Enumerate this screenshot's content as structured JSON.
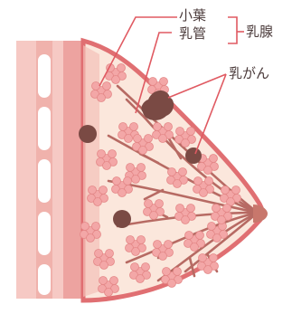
{
  "labels": {
    "lobule": "小葉",
    "duct": "乳管",
    "gland": "乳腺",
    "cancer": "乳がん"
  },
  "colors": {
    "skin_outline": "#e06f72",
    "fat": "#fbe7dc",
    "lobule_fill": "#f3a7a7",
    "lobule_stroke": "#e48888",
    "duct": "#b76a63",
    "tumor": "#7a4a44",
    "leader_line": "#e05a62",
    "text": "#4a3a3a"
  }
}
